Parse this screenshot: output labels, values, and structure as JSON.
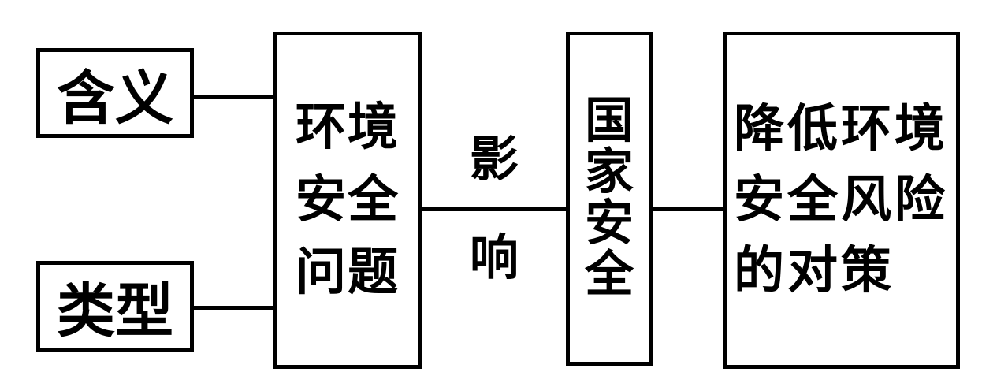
{
  "colors": {
    "background": "#ffffff",
    "stroke": "#000000",
    "text": "#000000"
  },
  "diagram": {
    "nodes": {
      "meaning": {
        "label": "含义"
      },
      "type": {
        "label": "类型"
      },
      "env_safety_problem": {
        "label": "环境安全问题",
        "lines": [
          "环境",
          "安全",
          "问题"
        ]
      },
      "national_security": {
        "label": "国家安全",
        "chars": [
          "国",
          "家",
          "安",
          "全"
        ]
      },
      "countermeasures": {
        "label": "降低环境安全风险的对策",
        "lines": [
          "降低环境",
          "安全风险",
          "的对策"
        ]
      }
    },
    "edge_labels": {
      "influence": {
        "label": "影响",
        "chars": [
          "影",
          "响"
        ]
      }
    }
  }
}
